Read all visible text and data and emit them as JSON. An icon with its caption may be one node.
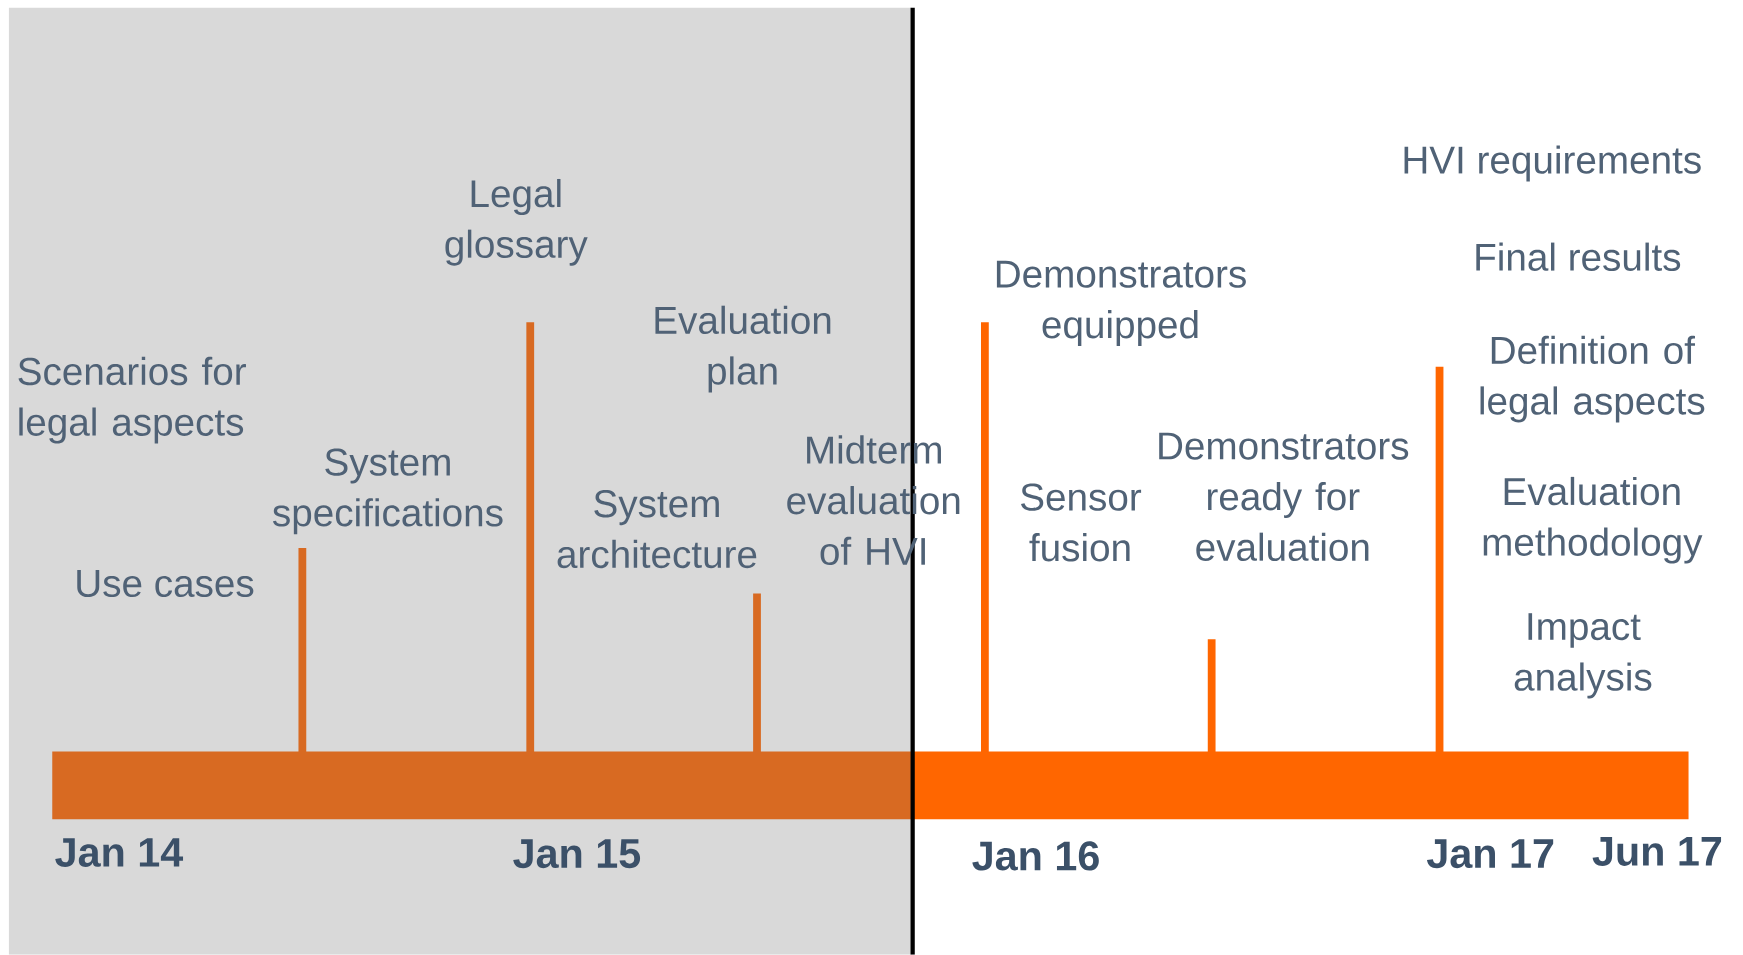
{
  "diagram": {
    "labels": [
      "Legal glossary",
      "HVI requirements",
      "Final results",
      "Demonstrators equipped",
      "Evaluation plan",
      "Scenarios for legal aspects",
      "Definition of legal aspects",
      "Demonstrators ready for evaluation",
      "System specifications",
      "Midterm evaluation of HVI",
      "Evaluation methodology",
      "Sensor fusion",
      "System architecture",
      "Use cases",
      "Impact analysis",
      "Jan 14",
      "Jan 15",
      "Jan 16",
      "Jan 17",
      "Jun 17"
    ]
  }
}
